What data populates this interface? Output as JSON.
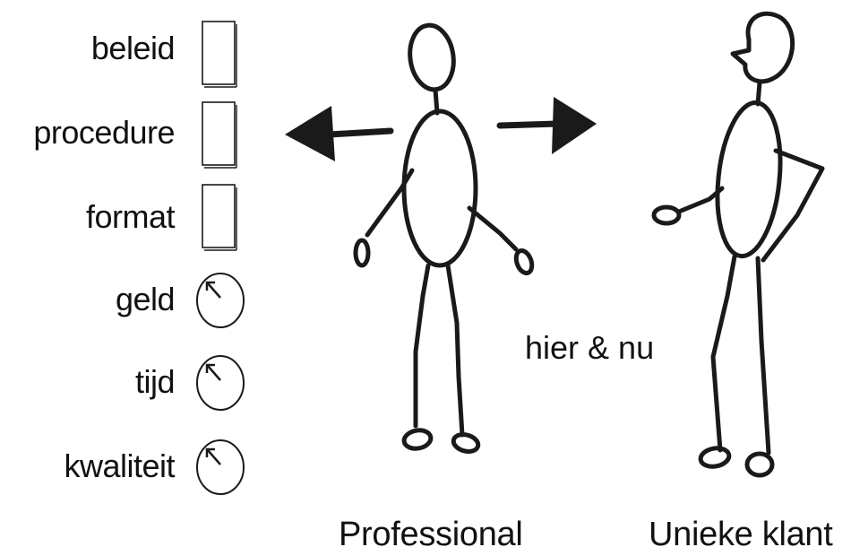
{
  "left_list": {
    "items": [
      {
        "label": "beleid",
        "icon": "document-icon"
      },
      {
        "label": "procedure",
        "icon": "document-icon"
      },
      {
        "label": "format",
        "icon": "document-icon"
      },
      {
        "label": "geld",
        "icon": "clock-icon"
      },
      {
        "label": "tijd",
        "icon": "clock-icon"
      },
      {
        "label": "kwaliteit",
        "icon": "clock-icon"
      }
    ]
  },
  "center_label": "hier & nu",
  "figures": {
    "professional": {
      "label": "Professional"
    },
    "client": {
      "label": "Unieke klant"
    }
  },
  "colors": {
    "ink": "#1a1a1a",
    "background": "#ffffff"
  }
}
